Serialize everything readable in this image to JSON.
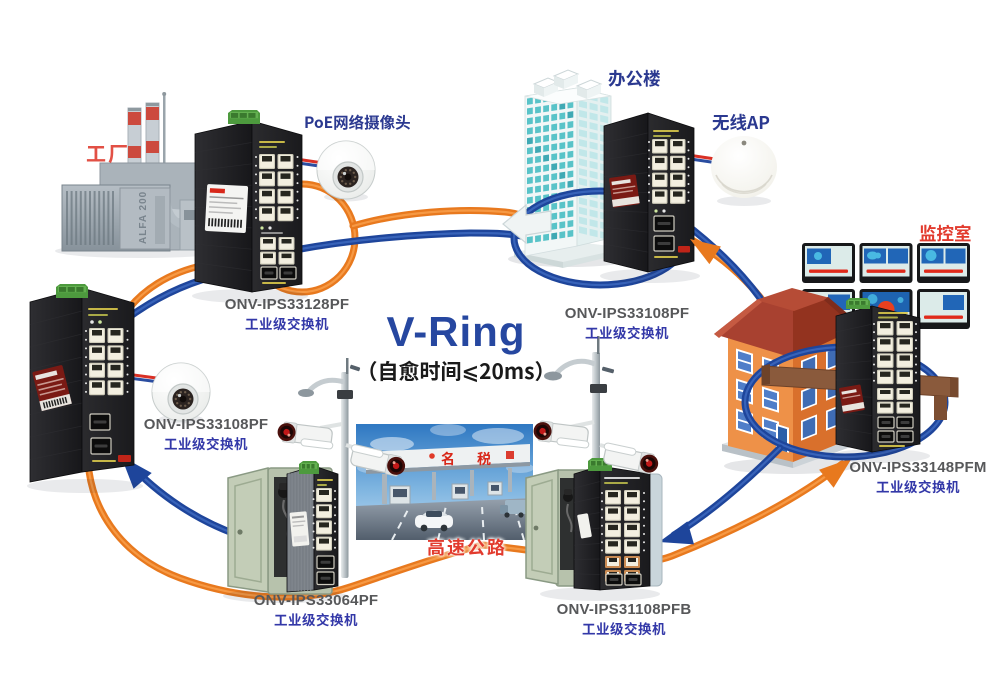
{
  "title": {
    "main": "V-Ring",
    "subtitle": "（自愈时间⩽20ms）"
  },
  "colors": {
    "ring_orange": "#E8791E",
    "ring_blue": "#1E459B",
    "title_blue": "#2647A0",
    "type_label_navy": "#3338A8",
    "model_gray": "#57585A",
    "annotation_red": "#E23B2E"
  },
  "annotations": {
    "factory": {
      "text": "工厂"
    },
    "poe_camera": {
      "text": "PoE网络摄像头"
    },
    "office_building": {
      "text": "办公楼"
    },
    "wireless_ap": {
      "text": "无线AP"
    },
    "monitoring_room": {
      "text": "监控室"
    },
    "highway": {
      "text": "高速公路"
    },
    "gantry_sign": {
      "text": "名税"
    },
    "factory_equipment": {
      "text": "ALFA 200"
    }
  },
  "switches": [
    {
      "position": "top-left",
      "model": "ONV-IPS33128PF",
      "type_label": "工业级交换机"
    },
    {
      "position": "top-center",
      "model": "ONV-IPS33108PF",
      "type_label": "工业级交换机"
    },
    {
      "position": "right",
      "model": "ONV-IPS33148PFM",
      "type_label": "工业级交换机"
    },
    {
      "position": "left",
      "model": "ONV-IPS33108PF",
      "type_label": "工业级交换机"
    },
    {
      "position": "bottom-left",
      "model": "ONV-IPS33064PF",
      "type_label": "工业级交换机"
    },
    {
      "position": "bottom-center",
      "model": "ONV-IPS31108PFB",
      "type_label": "工业级交换机"
    }
  ]
}
